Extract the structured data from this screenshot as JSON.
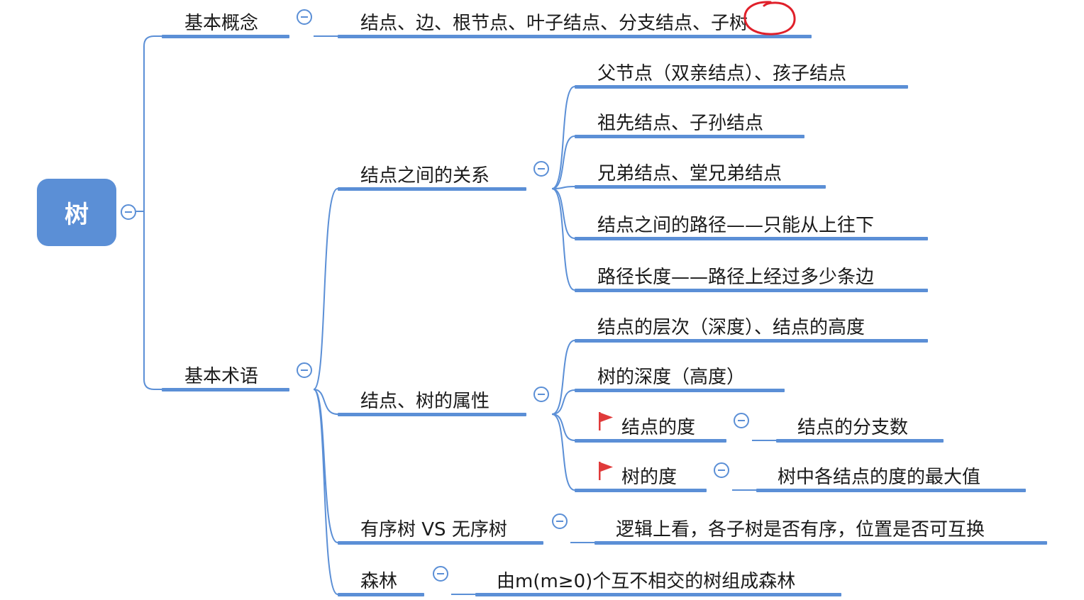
{
  "root": {
    "label": "树"
  },
  "basic_concepts": {
    "label": "基本概念",
    "detail": "结点、边、根节点、叶子结点、分支结点、子树"
  },
  "basic_terms": {
    "label": "基本术语",
    "relations": {
      "label": "结点之间的关系",
      "items": [
        "父节点（双亲结点）、孩子结点",
        "祖先结点、子孙结点",
        "兄弟结点、堂兄弟结点",
        "结点之间的路径——只能从上往下",
        "路径长度——路径上经过多少条边"
      ]
    },
    "attributes": {
      "label": "结点、树的属性",
      "items": [
        "结点的层次（深度）、结点的高度",
        "树的深度（高度）"
      ],
      "node_degree": {
        "label": "结点的度",
        "detail": "结点的分支数"
      },
      "tree_degree": {
        "label": "树的度",
        "detail": "树中各结点的度的最大值"
      }
    },
    "ordered": {
      "label": "有序树 VS 无序树",
      "detail": "逻辑上看，各子树是否有序，位置是否可互换"
    },
    "forest": {
      "label": "森林",
      "detail": "由m(m≥0)个互不相交的树组成森林"
    }
  },
  "colors": {
    "accent": "#5b8fd6",
    "flag": "#e03a3a",
    "annotation": "#e0202a",
    "text": "#1a1a1a"
  },
  "icons": {
    "collapse": "minus-circle-icon",
    "flag": "red-flag-icon",
    "annotation": "hand-drawn-circle"
  }
}
